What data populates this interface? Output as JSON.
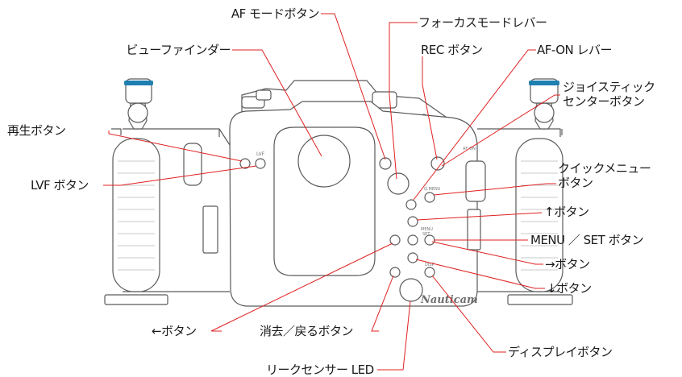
{
  "callouts": {
    "af_mode_button": "AF モードボタン",
    "focus_mode_lever": "フォーカスモードレバー",
    "viewfinder": "ビューファインダー",
    "rec_button": "REC ボタン",
    "af_on_lever": "AF-ON レバー",
    "joystick_center_button": "ジョイスティック\nセンターボタン",
    "playback_button": "再生ボタン",
    "lvf_button": "LVF ボタン",
    "quick_menu_button": "クイックメニュー\nボタン",
    "up_button": "↑ボタン",
    "menu_set_button": "MENU ／ SET ボタン",
    "right_button": "→ボタン",
    "down_button": "↓ボタン",
    "left_button": "←ボタン",
    "delete_back_button": "消去／戻るボタン",
    "leak_sensor_led": "リークセンサー LED",
    "display_button": "ディスプレイボタン"
  },
  "housing_labels": {
    "brand": "Nauticam",
    "lvf": "LVF",
    "menu_set": "MENU\nSET",
    "disp": "DISP",
    "q_menu": "Q.MENU",
    "af_on": "AF-ON"
  },
  "colors": {
    "leader_line": "#e02020",
    "housing_outline": "#5a5a5a",
    "housing_fill": "#ffffff",
    "handle_band": "#1e7fb0",
    "text": "#1a1a1a"
  }
}
